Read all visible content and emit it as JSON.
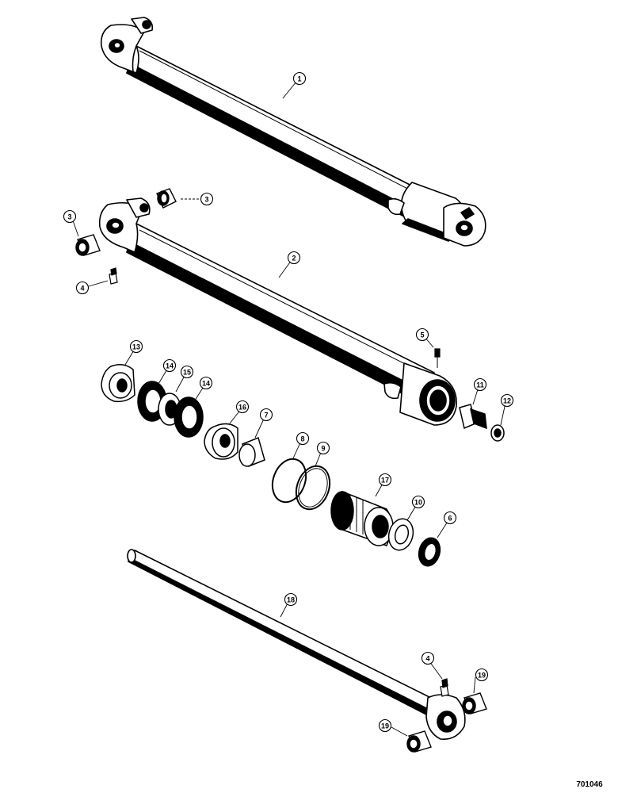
{
  "drawing_number": "701046",
  "colors": {
    "ink": "#000000",
    "paper": "#ffffff"
  },
  "parts": {
    "cylinder_assembly": "1",
    "cylinder_tube": "2",
    "bushing_tube": "3",
    "grease_fitting": "4",
    "set_screw": "5",
    "wiper_seal": "6",
    "wear_ring": "7",
    "o_ring": "8",
    "backup_ring": "9",
    "washer": "10",
    "piston_nut": "11",
    "lock_washer": "12",
    "head_cap": "13",
    "piston_seal": "14",
    "piston_spacer": "15",
    "piston": "16",
    "gland": "17",
    "piston_rod": "18",
    "bushing_rod": "19"
  }
}
